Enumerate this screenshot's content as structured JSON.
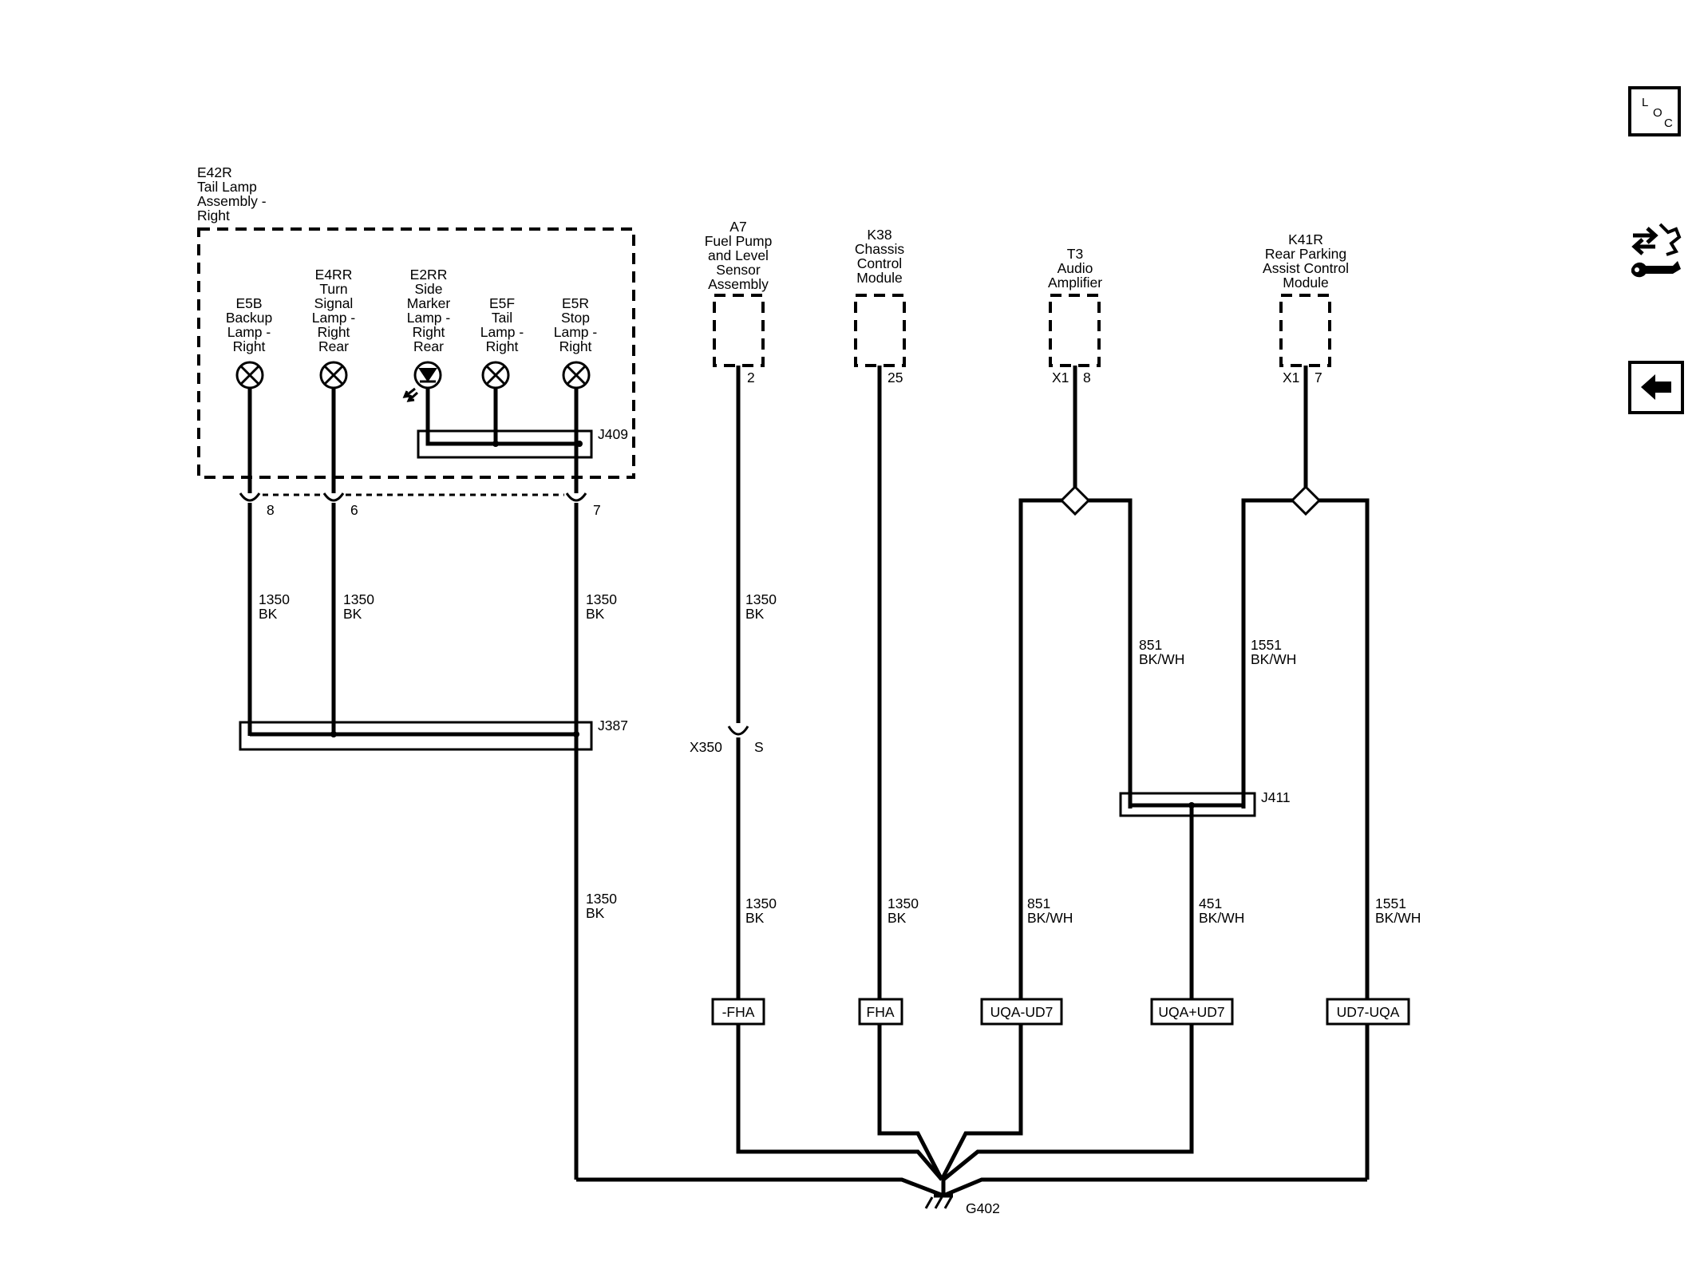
{
  "assembly": {
    "id": "E42R",
    "name": [
      "Tail Lamp",
      "Assembly -",
      "Right"
    ]
  },
  "lamps": [
    {
      "id": "E5B",
      "name": [
        "Backup",
        "Lamp -",
        "Right"
      ],
      "pin": "8",
      "circuit": "1350",
      "color": "BK"
    },
    {
      "id": "E4RR",
      "name": [
        "Turn",
        "Signal",
        "Lamp -",
        "Right",
        "Rear"
      ],
      "pin": "6",
      "circuit": "1350",
      "color": "BK"
    },
    {
      "id": "E2RR",
      "name": [
        "Side",
        "Marker",
        "Lamp -",
        "Right",
        "Rear"
      ]
    },
    {
      "id": "E5F",
      "name": [
        "Tail",
        "Lamp -",
        "Right"
      ]
    },
    {
      "id": "E5R",
      "name": [
        "Stop",
        "Lamp -",
        "Right"
      ],
      "pin": "7",
      "circuit": "1350",
      "color": "BK"
    }
  ],
  "splices": {
    "j409": "J409",
    "j387": "J387",
    "j411": "J411"
  },
  "main_wire": {
    "circuit": "1350",
    "color": "BK"
  },
  "modules": [
    {
      "id": "A7",
      "name": [
        "Fuel Pump",
        "and Level",
        "Sensor",
        "Assembly"
      ],
      "pin": "2",
      "circuit_upper": "1350",
      "color_upper": "BK",
      "circuit_lower": "1350",
      "color_lower": "BK",
      "tag": "-FHA"
    },
    {
      "id": "K38",
      "name": [
        "Chassis",
        "Control",
        "Module"
      ],
      "pin": "25",
      "circuit": "1350",
      "color": "BK",
      "tag": "FHA"
    },
    {
      "id": "T3",
      "name": [
        "Audio",
        "Amplifier"
      ],
      "connector": "X1",
      "pin": "8",
      "circuit": "851",
      "color": "BK/WH",
      "tag": "UQA-UD7"
    },
    {
      "id": "K41R",
      "name": [
        "Rear Parking",
        "Assist Control",
        "Module"
      ],
      "connector": "X1",
      "pin": "7",
      "circuit": "1551",
      "color": "BK/WH",
      "tag": "UD7-UQA"
    }
  ],
  "inline_connector": {
    "id": "X350",
    "pin": "S"
  },
  "j411_out": {
    "circuit": "451",
    "color": "BK/WH",
    "tag": "UQA+UD7"
  },
  "ground": "G402",
  "nav": {
    "loc_letters": [
      "L",
      "O",
      "C"
    ],
    "icons": [
      "location-icon",
      "connector-swap-icon",
      "back-arrow-icon"
    ]
  }
}
